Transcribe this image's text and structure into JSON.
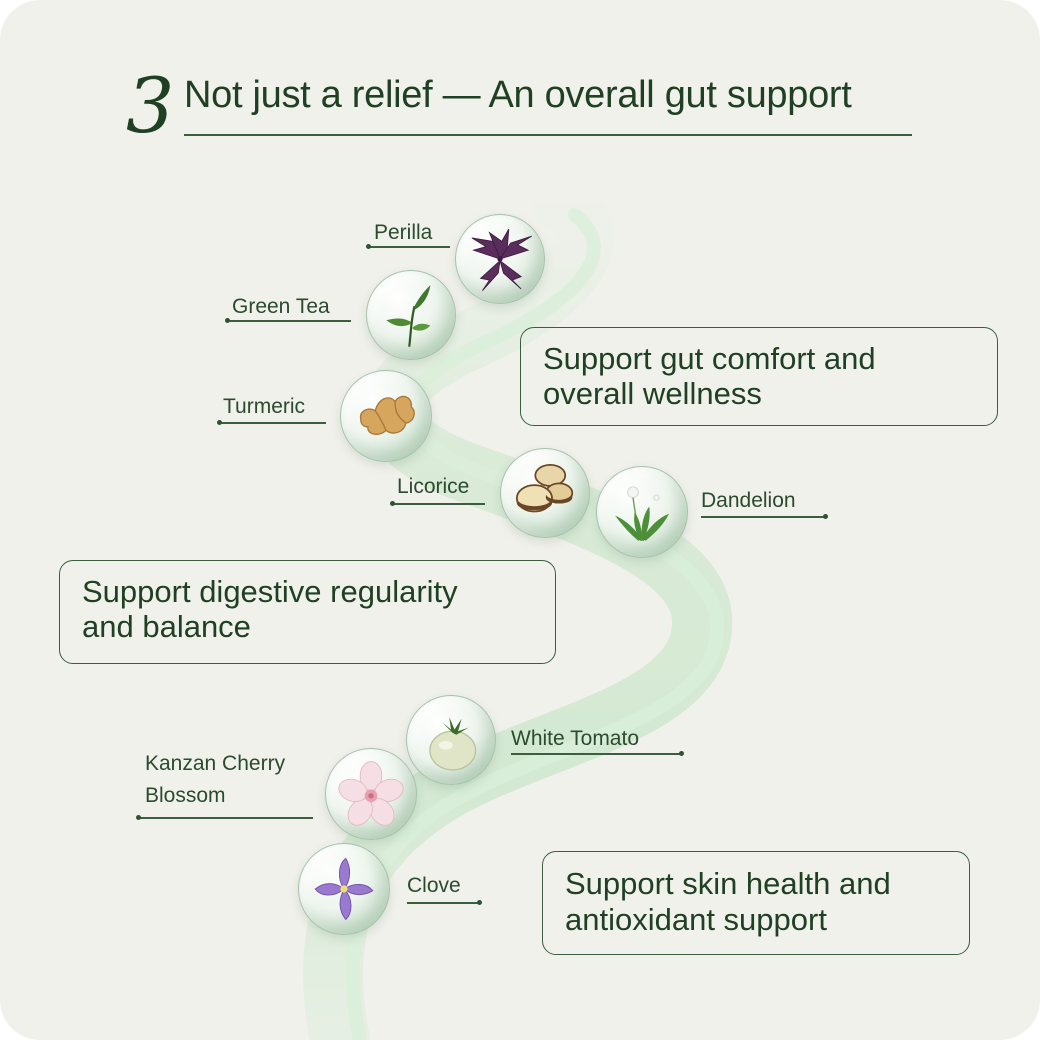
{
  "header": {
    "number": "3",
    "title": "Not just a relief — An overall gut support"
  },
  "ingredients": [
    {
      "name": "Perilla",
      "icon": "perilla-leaf-icon"
    },
    {
      "name": "Green Tea",
      "icon": "green-tea-leaf-icon"
    },
    {
      "name": "Turmeric",
      "icon": "turmeric-root-icon"
    },
    {
      "name": "Licorice",
      "icon": "licorice-root-slices-icon"
    },
    {
      "name": "Dandelion",
      "icon": "dandelion-plant-icon"
    },
    {
      "name": "White Tomato",
      "icon": "white-tomato-icon"
    },
    {
      "name": "Kanzan Cherry Blossom",
      "line1": "Kanzan Cherry",
      "line2": "Blossom",
      "icon": "cherry-blossom-flower-icon"
    },
    {
      "name": "Clove",
      "icon": "clove-flower-icon"
    }
  ],
  "benefits": [
    {
      "line1": "Support gut comfort and",
      "line2": "overall wellness"
    },
    {
      "line1": "Support digestive regularity",
      "line2": "and balance"
    },
    {
      "line1": "Support skin health and",
      "line2": "antioxidant support"
    }
  ],
  "colors": {
    "background": "#f1f1ec",
    "text": "#1f4023",
    "accent_ribbon": "#bfe3c0"
  }
}
